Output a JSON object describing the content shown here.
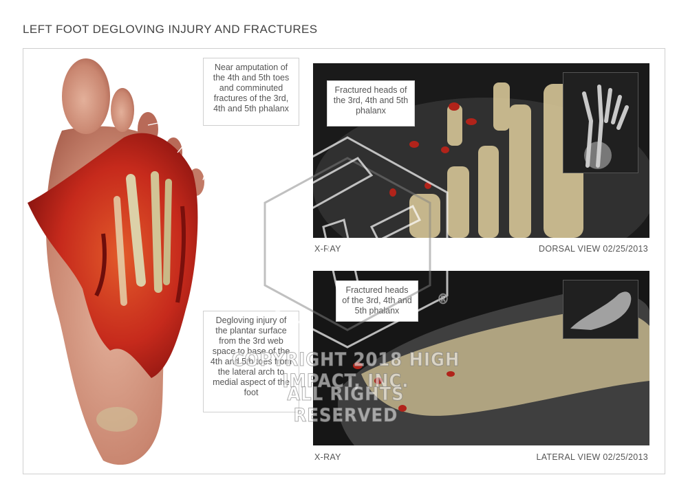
{
  "title": "LEFT FOOT DEGLOVING INJURY AND FRACTURES",
  "callouts": {
    "amputation": "Near amputation of the 4th and 5th toes and comminuted fractures of the 3rd, 4th and 5th phalanx",
    "degloving": "Degloving injury of the plantar surface from the 3rd web space to base of the 4th and 5th toes from the lateral arch to medial aspect of the foot",
    "dorsal_fracture": "Fractured heads of the 3rd, 4th and 5th phalanx",
    "lateral_fracture": "Fractured heads of the 3rd, 4th and 5th phalanx"
  },
  "panels": {
    "dorsal": {
      "left_caption": "X-RAY",
      "right_caption": "DORSAL VIEW 02/25/2013"
    },
    "lateral": {
      "left_caption": "X-RAY",
      "right_caption": "LATERAL VIEW 02/25/2013"
    }
  },
  "watermark": {
    "line1": "COPYRIGHT 2018 HIGH IMPACT, INC.",
    "line2": "ALL RIGHTS RESERVED",
    "registered_mark": "®"
  },
  "colors": {
    "injury_red": "#c0201a",
    "bone": "#d9c9a0",
    "skin": "#d7a08a",
    "xray_bg": "#111111"
  }
}
